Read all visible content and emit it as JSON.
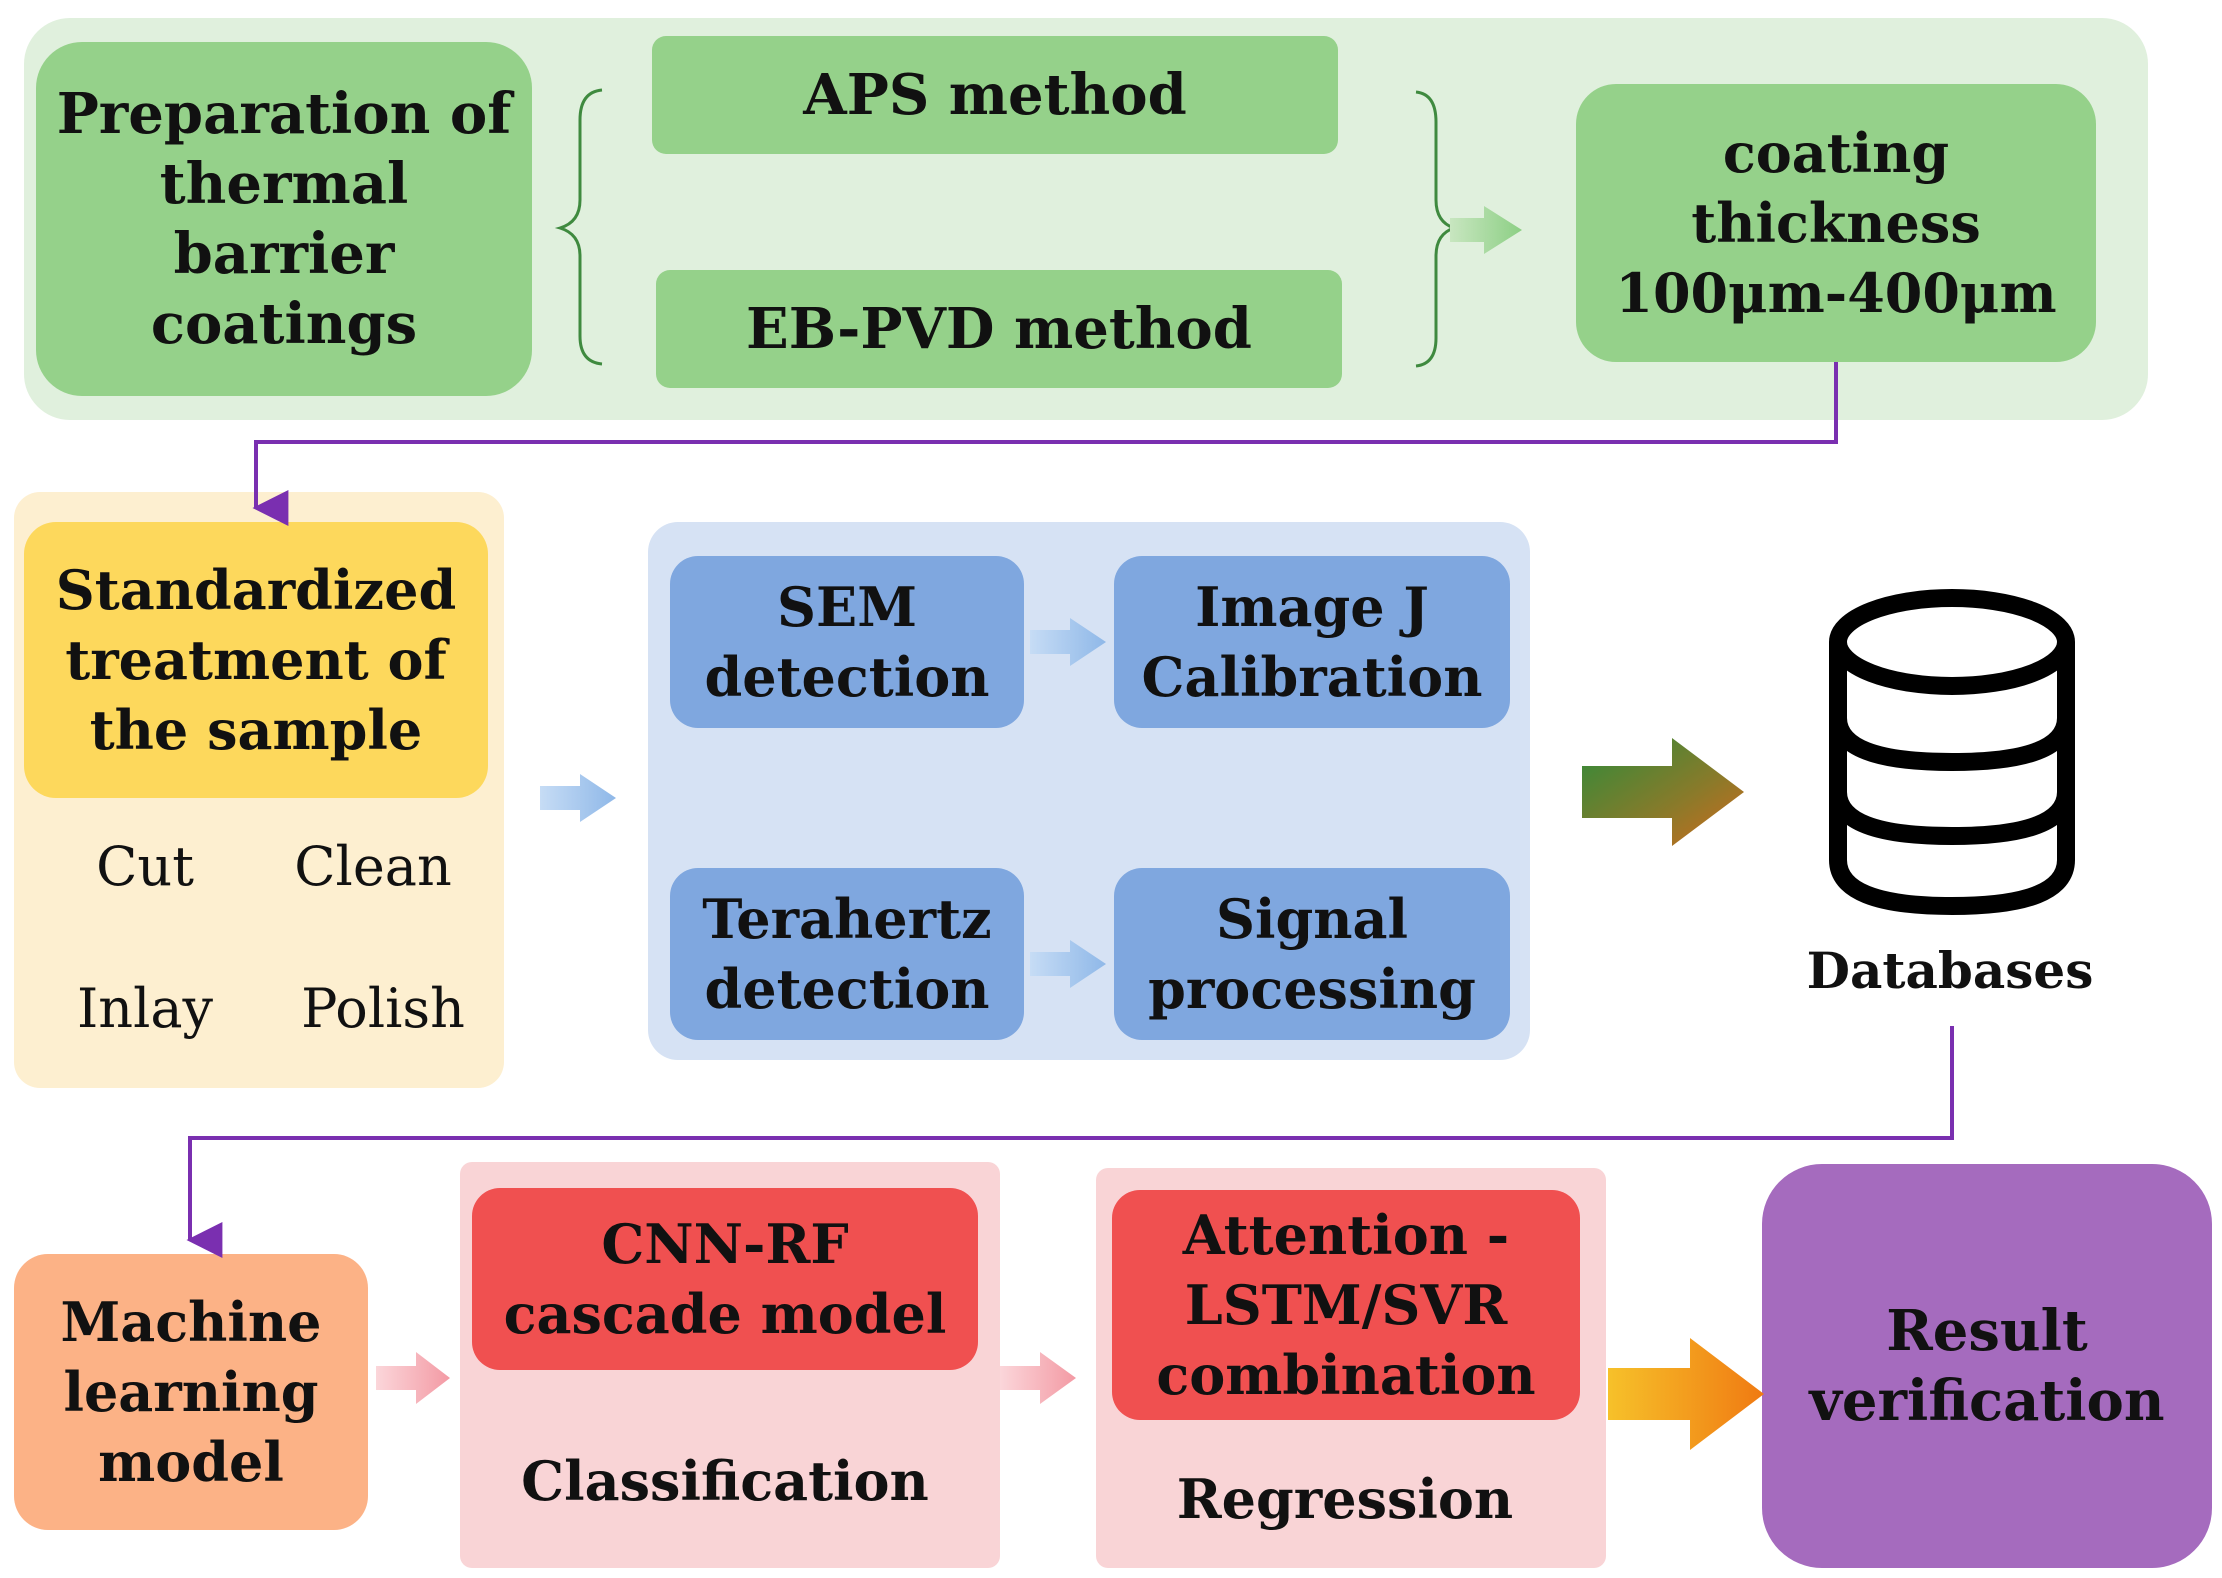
{
  "stage1": {
    "preparation": "Preparation of\nthermal\nbarrier\ncoatings",
    "methods": [
      "APS method",
      "EB-PVD method"
    ],
    "thickness": "coating\nthickness\n100μm-400μm"
  },
  "stage2": {
    "sample_treatment": "Standardized\ntreatment of\nthe sample",
    "steps": [
      "Cut",
      "Clean",
      "Inlay",
      "Polish"
    ]
  },
  "stage3": {
    "sem_detection": "SEM\ndetection",
    "imagej_calibration": "Image J\nCalibration",
    "terahertz_detection": "Terahertz\ndetection",
    "signal_processing": "Signal\nprocessing"
  },
  "databases": {
    "label": "Databases"
  },
  "stage4": {
    "ml_model": "Machine\nlearning\nmodel",
    "cnn_rf": "CNN-RF\ncascade model",
    "classification": "Classification",
    "attention": "Attention -\nLSTM/SVR\ncombination",
    "regression": "Regression",
    "result": "Result\nverification"
  },
  "colors": {
    "green_panel": "#e0f0dd",
    "green_box": "#95d18a",
    "yellow_panel": "#fdefd0",
    "yellow_box": "#fdd85c",
    "blue_panel": "#d6e2f4",
    "blue_box": "#7fa7df",
    "pink_panel": "#f9d4d6",
    "red_box": "#f05050",
    "orange_box": "#fcb286",
    "purple_box": "#a56bbe",
    "connector": "#7a2fb0"
  }
}
